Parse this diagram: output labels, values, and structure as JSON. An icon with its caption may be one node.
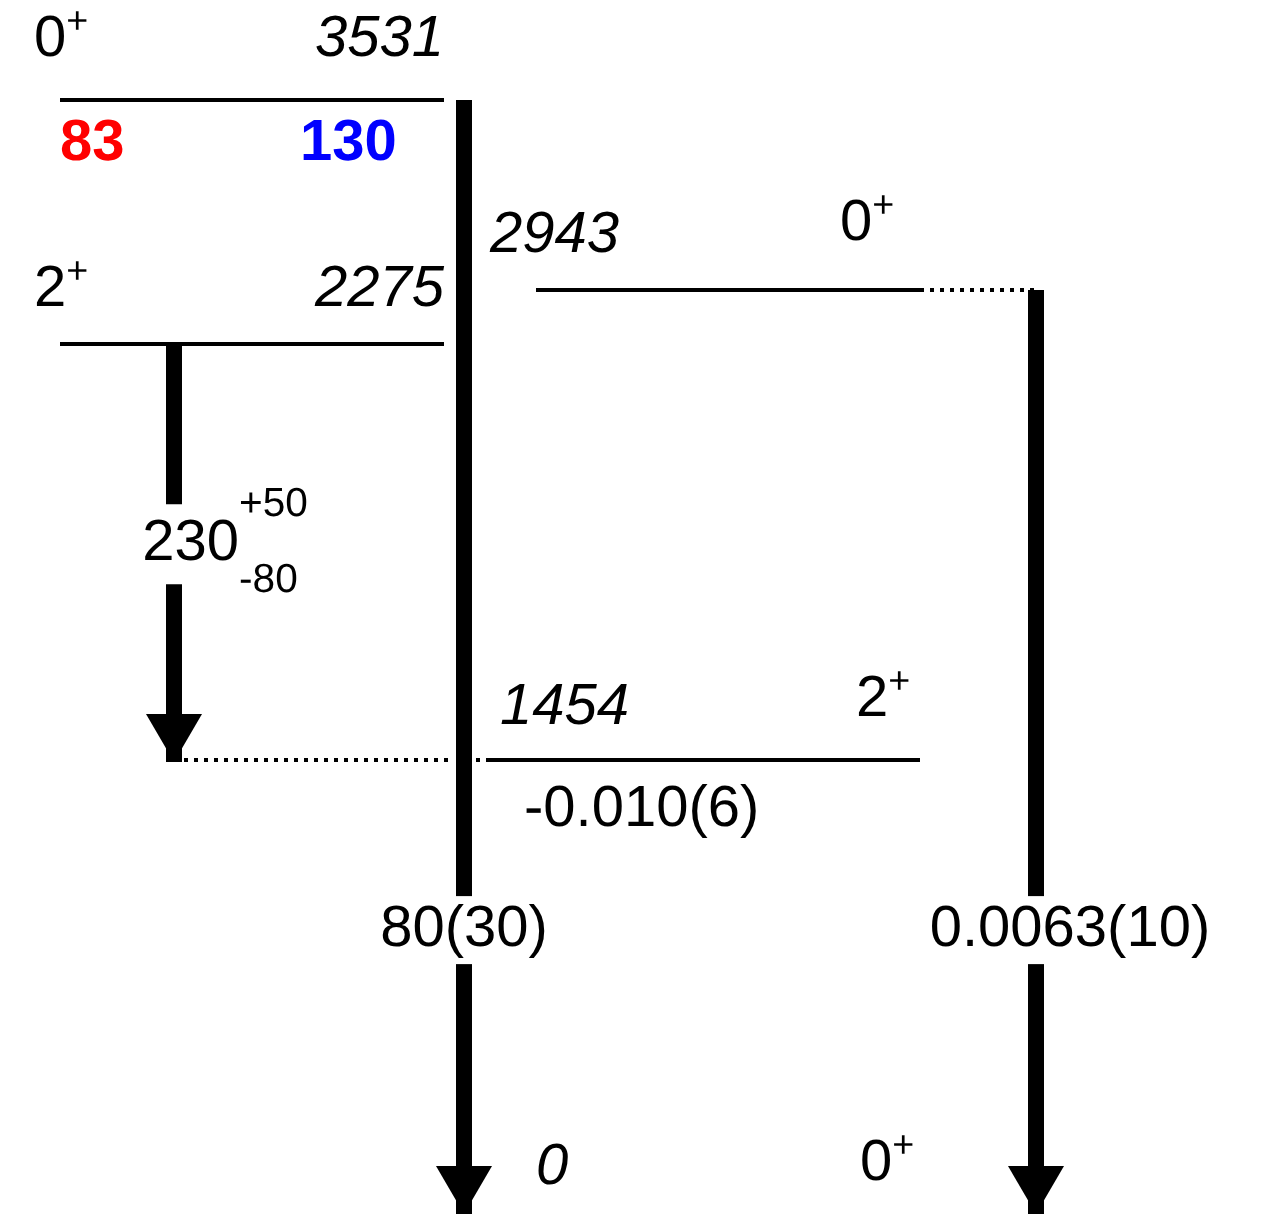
{
  "diagram": {
    "nodes": [
      {
        "text": [
          "0$^{+}$",
          "3531"
        ],
        "beside": [
          "83",
          "130"
        ]
      },
      {
        "text": [
          "2$^{+}$",
          "2275"
        ]
      },
      {
        "text": [
          "2943",
          "0$^{+}$"
        ]
      },
      {
        "text": [
          "1454",
          "2$^{+}$"
        ],
        "beside": [
          "-0.010(6)"
        ]
      },
      {
        "text": [
          "0",
          "0$^{+}$"
        ]
      },
      {
        "text": [],
        "shape": "bar"
      }
    ],
    "edges": [
      {
        "from": 0,
        "to": 4,
        "arrow": "to",
        "label": "80(30)"
      },
      {
        "from": 1,
        "to": 5,
        "arrow": "to",
        "label": "230$^{+50}$$_{-80}$"
      },
      {
        "from": 2,
        "to": 4,
        "arrow": "to",
        "label": "0.0063(10)"
      }
    ]
  }
}
